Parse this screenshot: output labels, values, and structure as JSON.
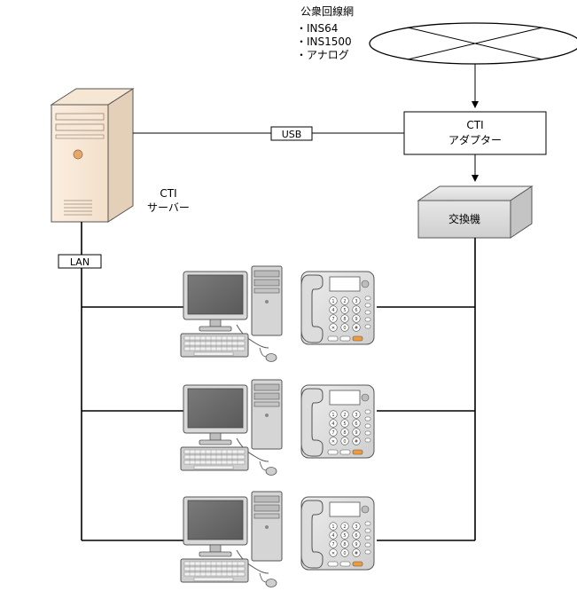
{
  "network": {
    "title": "公衆回線網",
    "items": [
      "・INS64",
      "・INS1500",
      "・アナログ"
    ]
  },
  "adapter": {
    "line1": "CTI",
    "line2": "アダプター"
  },
  "connection": {
    "usb": "USB",
    "lan": "LAN"
  },
  "server": {
    "line1": "CTI",
    "line2": "サーバー"
  },
  "exchange": {
    "label": "交換機"
  },
  "phone_keys": [
    "1",
    "2",
    "3",
    "4",
    "5",
    "6",
    "7",
    "8",
    "9",
    "✕",
    "0",
    "#"
  ]
}
